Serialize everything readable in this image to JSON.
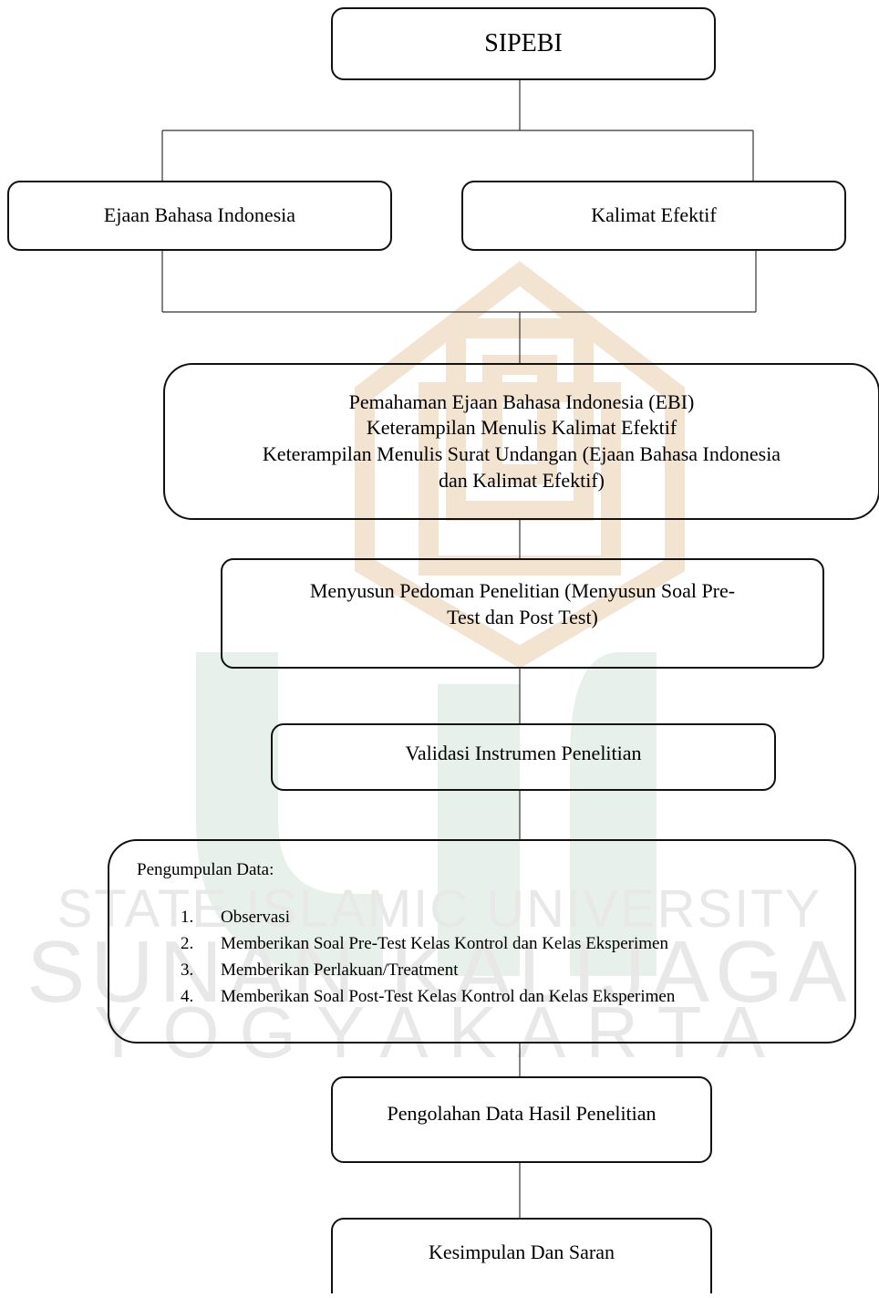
{
  "watermark": {
    "line1": "STATE ISLAMIC UNIVERSITY",
    "line2": "SUNAN KALIJAGA",
    "line3": "YOGYAKARTA",
    "colors": {
      "text": "#e8e8e8",
      "logo_fill": "#f7ece0",
      "logo_green": "#e5efe9"
    }
  },
  "root": {
    "label": "SIPEBI"
  },
  "branches": {
    "left": "Ejaan Bahasa Indonesia",
    "right": "Kalimat Efektif"
  },
  "understanding": {
    "lines": [
      "Pemahaman Ejaan Bahasa Indonesia (EBI)",
      "Keterampilan Menulis Kalimat Efektif",
      "Keterampilan Menulis Surat Undangan (Ejaan Bahasa Indonesia",
      "dan Kalimat Efektif)"
    ]
  },
  "guideline": {
    "lines": [
      "Menyusun Pedoman Penelitian (Menyusun Soal Pre-",
      "Test dan Post Test)"
    ]
  },
  "validation": {
    "label": "Validasi Instrumen Penelitian"
  },
  "data_collection": {
    "heading": "Pengumpulan Data:",
    "items": [
      {
        "num": "1.",
        "text": "Observasi"
      },
      {
        "num": "2.",
        "text": "Memberikan Soal Pre-Test Kelas Kontrol dan Kelas Eksperimen"
      },
      {
        "num": "3.",
        "text": "Memberikan Perlakuan/Treatment"
      },
      {
        "num": "4.",
        "text": "Memberikan Soal Post-Test Kelas Kontrol dan Kelas Eksperimen"
      }
    ]
  },
  "processing": {
    "label": "Pengolahan Data Hasil Penelitian"
  },
  "conclusion": {
    "label": "Kesimpulan Dan Saran"
  }
}
